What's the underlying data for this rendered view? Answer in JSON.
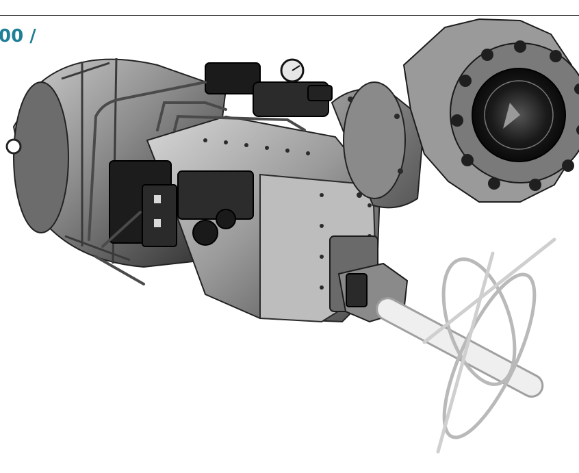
{
  "header": {
    "title_fragment": "00 /",
    "accent_color": "#1f7f97",
    "rule_color": "#333333"
  },
  "photo": {
    "subject": "pneumatic-valve-actuator-with-handwheel",
    "style": "black-and-white product photo"
  }
}
